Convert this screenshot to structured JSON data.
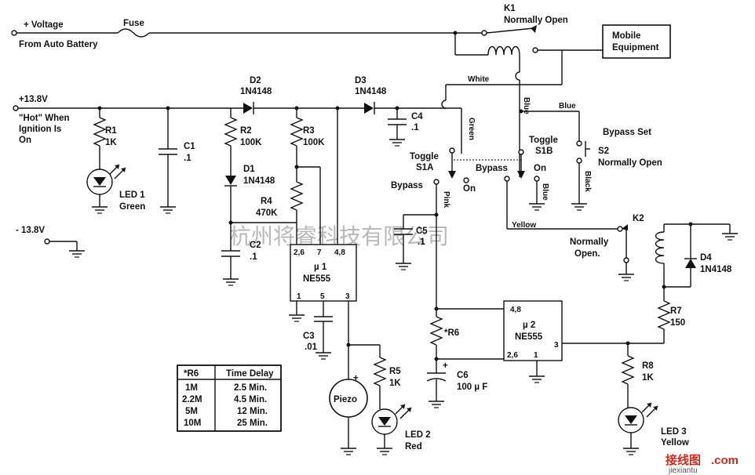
{
  "power": {
    "voltage_plus": "+ Voltage",
    "from_battery": "From Auto Battery",
    "fuse": "Fuse",
    "v_plus": "+13.8V",
    "hot_line1": "\"Hot\" When",
    "hot_line2": "Ignition Is",
    "hot_line3": "On",
    "v_minus": "- 13.8V"
  },
  "relay_k1": {
    "name": "K1",
    "type": "Normally Open"
  },
  "mobile": {
    "label_line1": "Mobile",
    "label_line2": "Equipment"
  },
  "diodes": {
    "d2_name": "D2",
    "d2_part": "1N4148",
    "d3_name": "D3",
    "d3_part": "1N4148",
    "d1_name": "D1",
    "d1_part": "1N4148",
    "d4_name": "D4",
    "d4_part": "1N4148"
  },
  "resistors": {
    "r1_name": "R1",
    "r1_value": "1K",
    "r2_name": "R2",
    "r2_value": "100K",
    "r3_name": "R3",
    "r3_value": "100K",
    "r4_name": "R4",
    "r4_value": "470K",
    "r5_name": "R5",
    "r5_value": "1K",
    "r6_name": "*R6",
    "r7_name": "R7",
    "r7_value": "150",
    "r8_name": "R8",
    "r8_value": "1K"
  },
  "capacitors": {
    "c1_name": "C1",
    "c1_value": ".1",
    "c2_name": "C2",
    "c2_value": ".1",
    "c3_name": "C3",
    "c3_value": ".01",
    "c4_name": "C4",
    "c4_value": ".1",
    "c5_name": "C5",
    "c5_value": ".1",
    "c6_name": "C6",
    "c6_value": "100 µ F",
    "c6_plus": "+"
  },
  "leds": {
    "led1_line1": "LED 1",
    "led1_line2": "Green",
    "led2_line1": "LED 2",
    "led2_line2": "Red",
    "led3_line1": "LED 3",
    "led3_line2": "Yellow"
  },
  "ic1": {
    "pins_top_left": "2,6",
    "pin_7": "7",
    "pins_top_right": "4,8",
    "name": "µ 1",
    "part": "NE555",
    "pin_1": "1",
    "pin_5": "5",
    "pin_3": "3"
  },
  "ic2": {
    "pins_top": "4,8",
    "name": "µ 2",
    "part": "NE555",
    "pins_bottom_left": "2,6",
    "pin_1": "1",
    "pin_3": "3"
  },
  "piezo": {
    "label": "Piezo",
    "plus": "+"
  },
  "switches": {
    "s1a_line1": "Toggle",
    "s1a_line2": "S1A",
    "s1b_line1": "Toggle",
    "s1b_line2": "S1B",
    "bypass_left": "Bypass",
    "on_left": "On",
    "bypass_right": "Bypass",
    "on_right": "On",
    "bypass_set": "Bypass Set",
    "s2_line1": "S2",
    "s2_line2": "Normally Open"
  },
  "relay_k2": {
    "name": "K2",
    "type_line1": "Normally",
    "type_line2": "Open."
  },
  "wires": {
    "white": "White",
    "blue1": "Blue",
    "blue2": "Blue",
    "blue3": "Blue",
    "green": "Green",
    "pink": "Pink",
    "yellow": "Yellow",
    "black": "Black"
  },
  "table": {
    "headers": [
      "*R6",
      "Time Delay"
    ],
    "rows": [
      [
        "1M",
        "2.5 Min."
      ],
      [
        "2.2M",
        "4.5 Min."
      ],
      [
        "5M",
        "12 Min."
      ],
      [
        "10M",
        "25 Min."
      ]
    ]
  },
  "watermark": "杭州将睿科技有限公司",
  "logo": {
    "mark": "接线图",
    "suffix": ".com",
    "domain": "jiexiantu"
  }
}
